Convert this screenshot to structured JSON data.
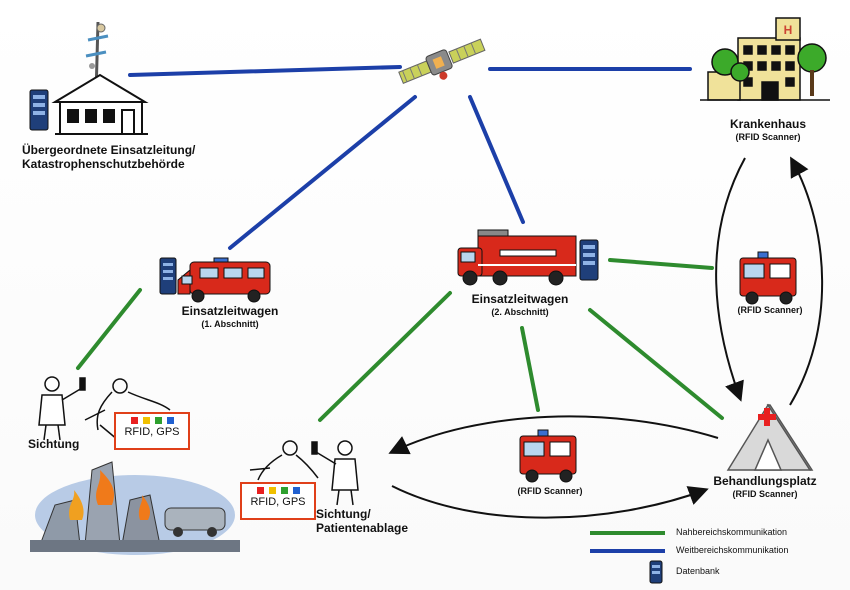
{
  "nodes": {
    "hq": {
      "line1": "Übergeordnete Einsatzleitung/",
      "line2": "Katastrophenschutzbehörde"
    },
    "hospital": {
      "label": "Krankenhaus",
      "sub": "(RFID Scanner)"
    },
    "elw1": {
      "label": "Einsatzleitwagen",
      "sub": "(1. Abschnitt)"
    },
    "elw2": {
      "label": "Einsatzleitwagen",
      "sub": "(2. Abschnitt)"
    },
    "ambulance_right": {
      "sub": "(RFID Scanner)"
    },
    "ambulance_middle": {
      "sub": "(RFID Scanner)"
    },
    "treatment": {
      "label": "Behandlungsplatz",
      "sub": "(RFID Scanner)"
    },
    "triage1": {
      "label": "Sichtung"
    },
    "triage2": {
      "line1": "Sichtung/",
      "line2": "Patientenablage"
    }
  },
  "tags": {
    "tag1": {
      "text": "RFID, GPS"
    },
    "tag2": {
      "text": "RFID, GPS"
    }
  },
  "legend": {
    "near": "Nahbereichskommunikation",
    "far": "Weitbereichskommunikation",
    "db": "Datenbank"
  },
  "colors": {
    "near_link": "#2e8b2e",
    "far_link": "#1c3fa8",
    "tag_border": "#e0401a",
    "vehicle_red": "#d8291b",
    "tag_dots": [
      "#e82020",
      "#f0c000",
      "#2ea02e",
      "#2060d0"
    ]
  }
}
